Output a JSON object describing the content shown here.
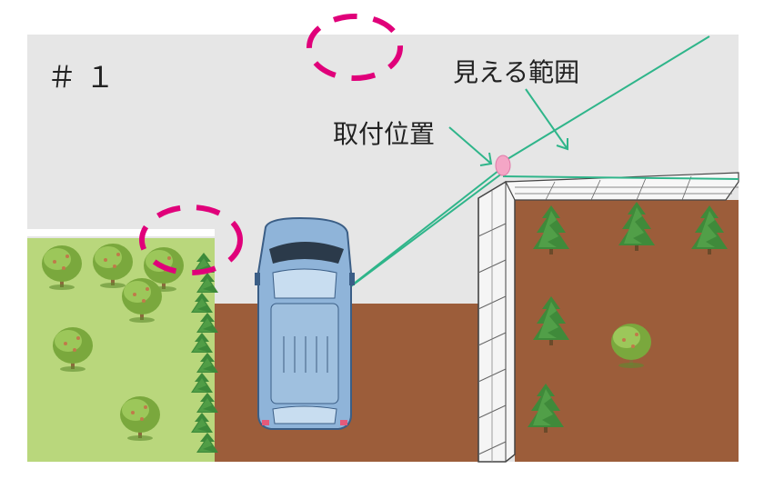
{
  "labels": {
    "scene_number": "＃１",
    "visible_range": "見える範囲",
    "mount_position": "取付位置"
  },
  "colors": {
    "road": "#e6e6e6",
    "lawn": "#b9d77c",
    "soil": "#9c5d3a",
    "view_line": "#2fb58a",
    "highlight_dash": "#e0007a",
    "camera": "#f4a6c6",
    "car_body": "#8fb4d9",
    "car_outline": "#3b5e86",
    "tree_round": "#8fbb4c",
    "tree_conifer": "#3f8a3a"
  },
  "icons": {
    "car": "car-top-view-icon",
    "camera": "camera-mount-icon",
    "round_tree": "deciduous-tree-icon",
    "conifer": "conifer-tree-icon"
  }
}
